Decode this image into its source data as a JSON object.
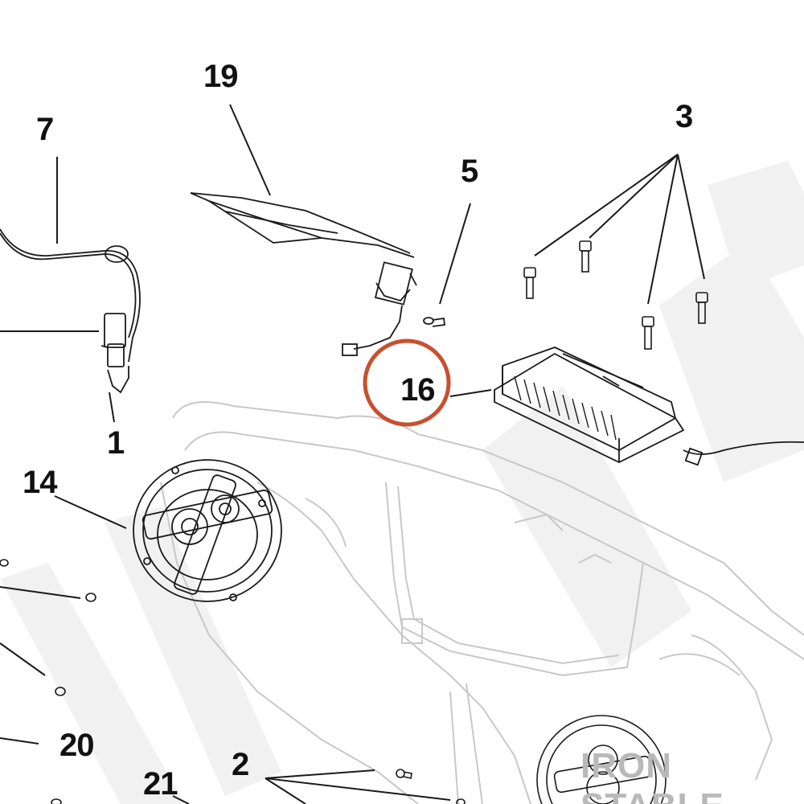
{
  "diagram": {
    "callouts": [
      {
        "id": "19",
        "label": "19"
      },
      {
        "id": "7",
        "label": "7"
      },
      {
        "id": "5",
        "label": "5"
      },
      {
        "id": "3",
        "label": "3"
      },
      {
        "id": "16",
        "label": "16"
      },
      {
        "id": "1",
        "label": "1"
      },
      {
        "id": "14",
        "label": "14"
      },
      {
        "id": "20",
        "label": "20"
      },
      {
        "id": "2",
        "label": "2"
      },
      {
        "id": "21",
        "label": "21"
      }
    ],
    "highlight_color": "#c8502e",
    "line_color": "#1a1a1a",
    "ghost_color": "#c8c8c8"
  },
  "watermark": {
    "text": "IRON STABLE"
  }
}
